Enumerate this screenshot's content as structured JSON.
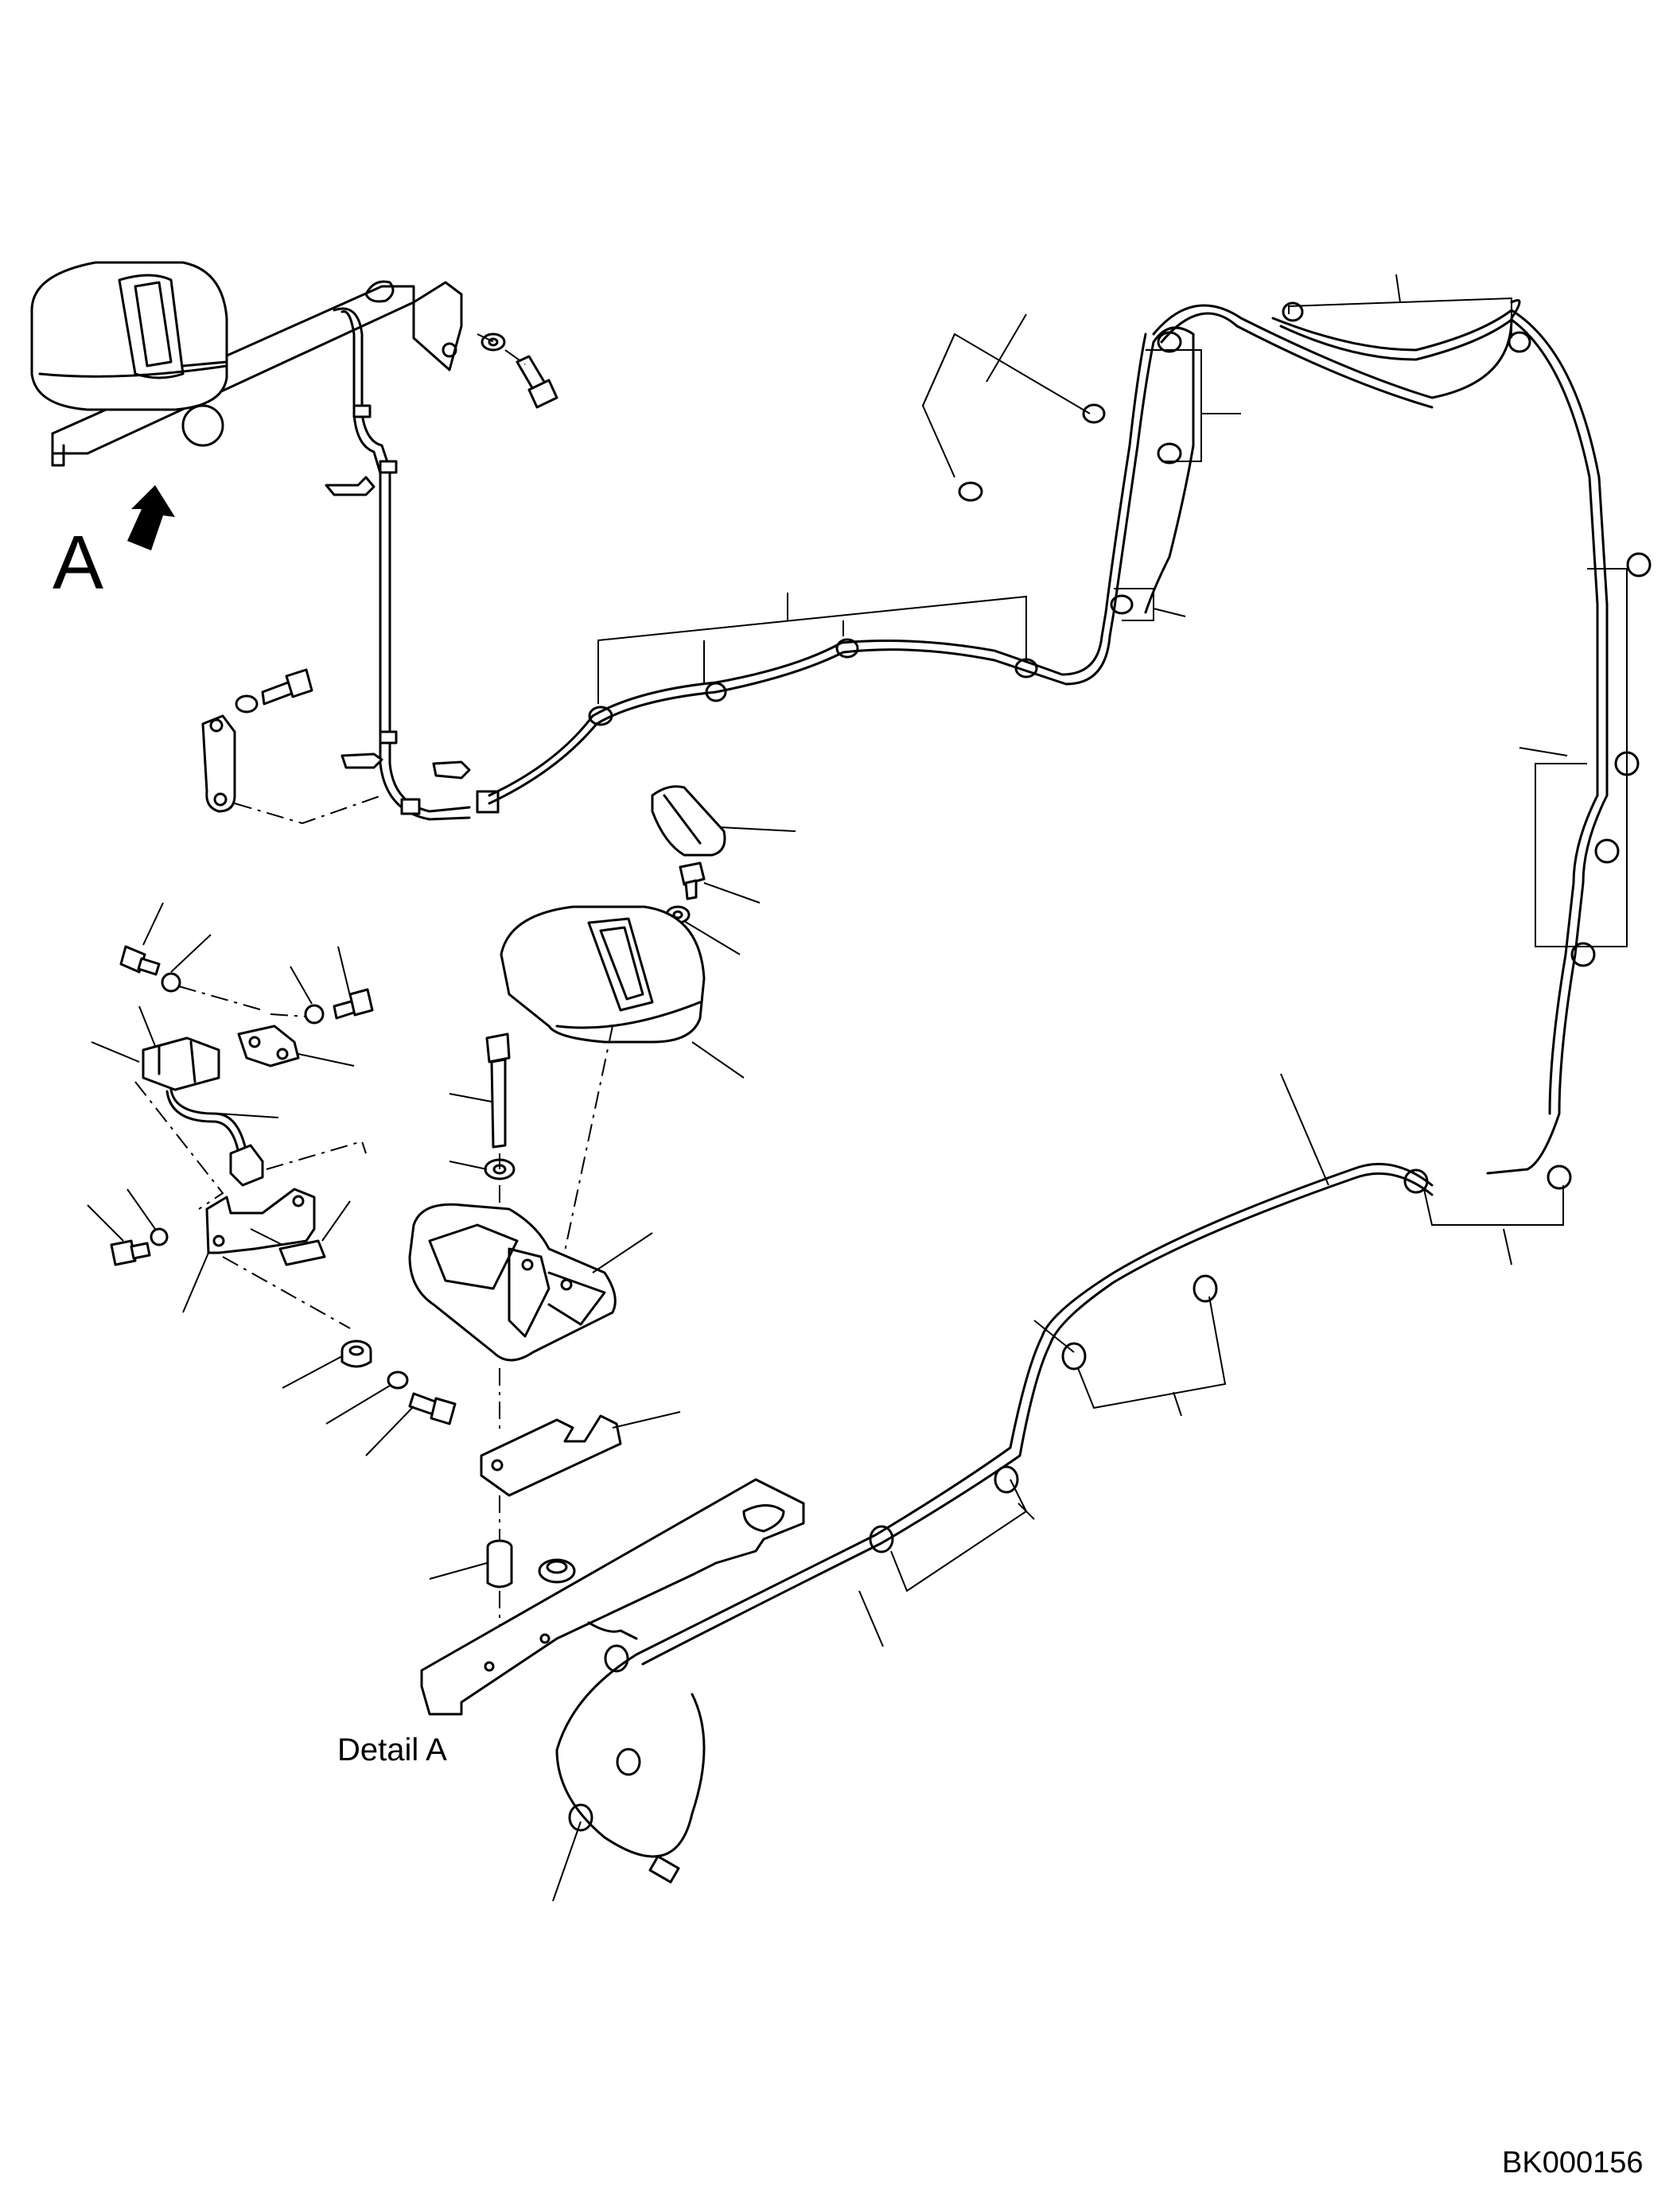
{
  "view_marker": {
    "letter": "A"
  },
  "detail": {
    "label": "Detail A"
  },
  "drawing": {
    "id": "BK000156"
  }
}
